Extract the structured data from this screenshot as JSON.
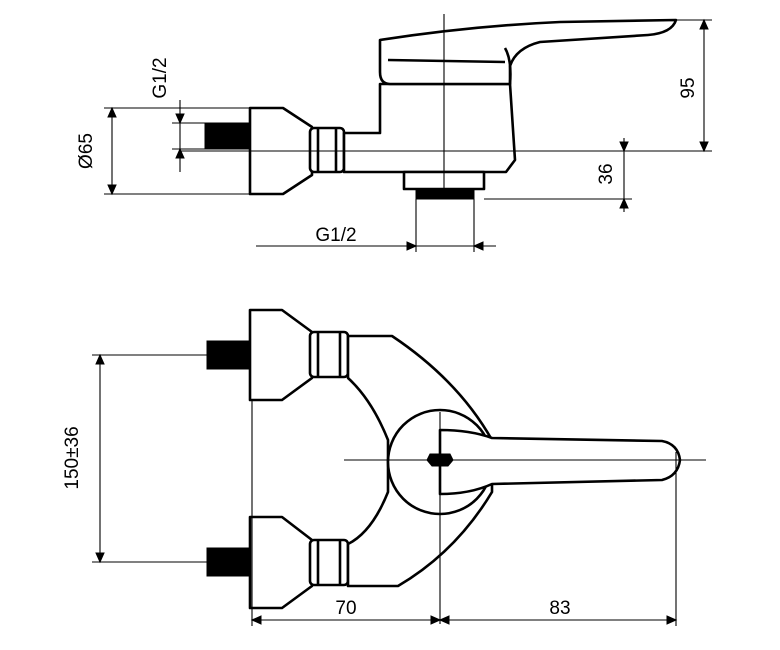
{
  "dimensions": {
    "thread_top": "G1/2",
    "diameter": "Ø65",
    "height": "95",
    "outlet_offset": "36",
    "thread_bottom": "G1/2",
    "centers": "150±36",
    "spout_reach": "70",
    "lever_reach": "83"
  }
}
